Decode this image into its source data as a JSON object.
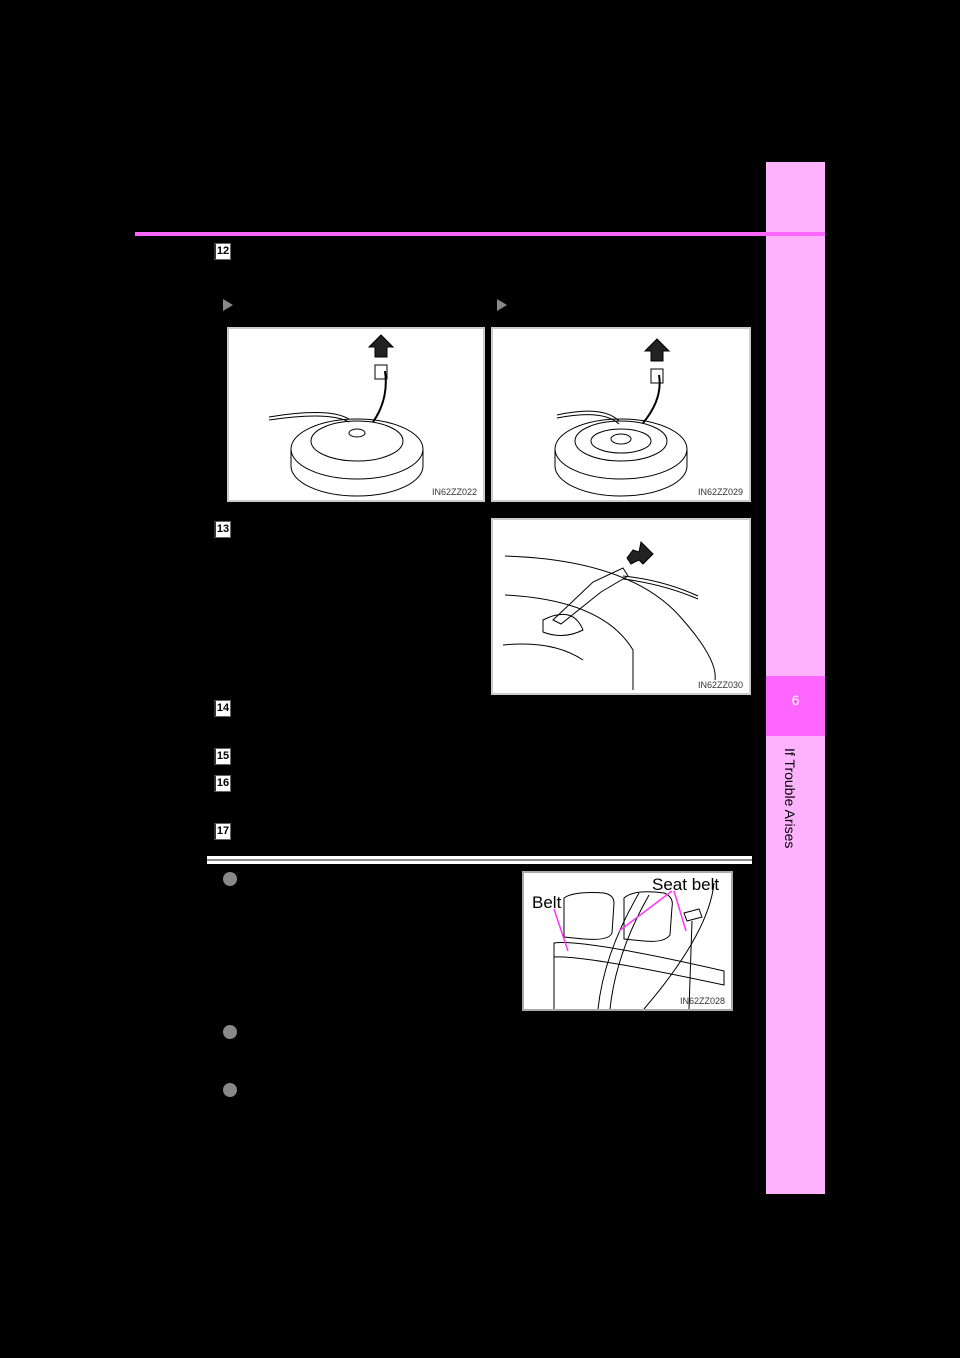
{
  "side_tab": {
    "chapter_number": "6",
    "chapter_title": "If Trouble Arises",
    "colors": {
      "strip": "#ffb3ff",
      "active": "#ff66ff"
    }
  },
  "header": {
    "rule_color": "#ff66ff"
  },
  "steps": [
    {
      "number": "12"
    },
    {
      "number": "13"
    },
    {
      "number": "14"
    },
    {
      "number": "15"
    },
    {
      "number": "16"
    },
    {
      "number": "17"
    }
  ],
  "figures": {
    "alloy_wheel": {
      "code": "IN62ZZ022",
      "icon": "wheel-with-hook-arrow-up"
    },
    "steel_wheel": {
      "code": "IN62ZZ029",
      "icon": "steel-wheel-with-hook-arrow-up"
    },
    "hook_release": {
      "code": "IN62ZZ030",
      "icon": "hook-release-arrow"
    },
    "seat_belt": {
      "code": "IN62ZZ028",
      "labels": {
        "belt": "Belt",
        "seat_belt": "Seat belt"
      },
      "arrow_color": "#ff33ff"
    }
  },
  "notes": [
    {
      "icon": "bullet-icon"
    },
    {
      "icon": "bullet-icon"
    },
    {
      "icon": "bullet-icon"
    }
  ]
}
